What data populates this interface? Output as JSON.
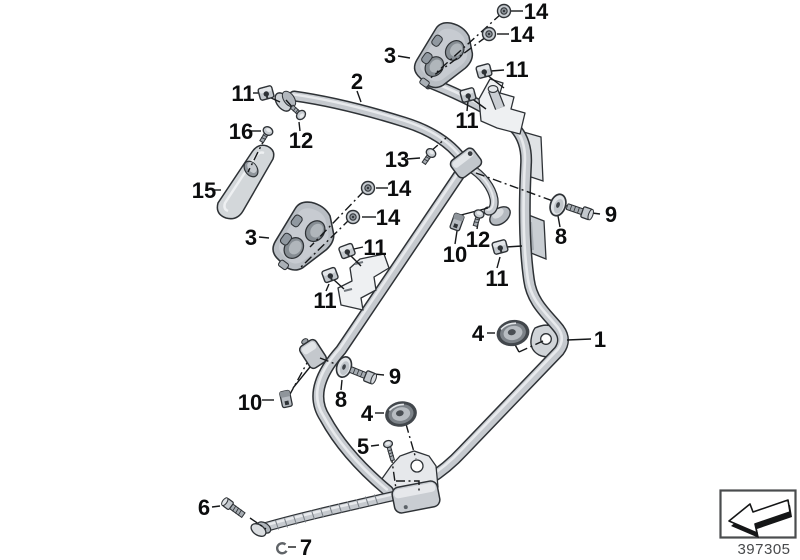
{
  "page": {
    "background": "#ffffff"
  },
  "diagram": {
    "type": "exploded-parts-diagram",
    "subject": "case-holder-frame-assembly",
    "callouts": [
      {
        "id": "14-top-1",
        "label": "14"
      },
      {
        "id": "14-top-2",
        "label": "14"
      },
      {
        "id": "3-top",
        "label": "3"
      },
      {
        "id": "11-top-right-1",
        "label": "11"
      },
      {
        "id": "11-top-right-2",
        "label": "11"
      },
      {
        "id": "2",
        "label": "2"
      },
      {
        "id": "11-top-left",
        "label": "11"
      },
      {
        "id": "12-left",
        "label": "12"
      },
      {
        "id": "16",
        "label": "16"
      },
      {
        "id": "13",
        "label": "13"
      },
      {
        "id": "15",
        "label": "15"
      },
      {
        "id": "14-mid-1",
        "label": "14"
      },
      {
        "id": "14-mid-2",
        "label": "14"
      },
      {
        "id": "3-mid",
        "label": "3"
      },
      {
        "id": "11-mid-1",
        "label": "11"
      },
      {
        "id": "11-mid-2",
        "label": "11"
      },
      {
        "id": "10-right",
        "label": "10"
      },
      {
        "id": "12-right",
        "label": "12"
      },
      {
        "id": "11-right",
        "label": "11"
      },
      {
        "id": "8-right",
        "label": "8"
      },
      {
        "id": "9-right",
        "label": "9"
      },
      {
        "id": "4-right",
        "label": "4"
      },
      {
        "id": "1",
        "label": "1"
      },
      {
        "id": "10-left",
        "label": "10"
      },
      {
        "id": "8-left",
        "label": "8"
      },
      {
        "id": "9-left",
        "label": "9"
      },
      {
        "id": "4-left",
        "label": "4"
      },
      {
        "id": "5",
        "label": "5"
      },
      {
        "id": "6",
        "label": "6"
      },
      {
        "id": "7",
        "label": "7"
      }
    ],
    "footer": {
      "part_number": "397305",
      "icon": "direction-arrow-icon"
    },
    "colors": {
      "outline": "#2e3236",
      "metal_light": "#e9ebed",
      "metal_mid": "#c6cacf",
      "metal_dark": "#8f959b",
      "label_text": "#0c0d0e",
      "box_border": "#4a4c4e",
      "part_number_text": "#47494b"
    }
  }
}
